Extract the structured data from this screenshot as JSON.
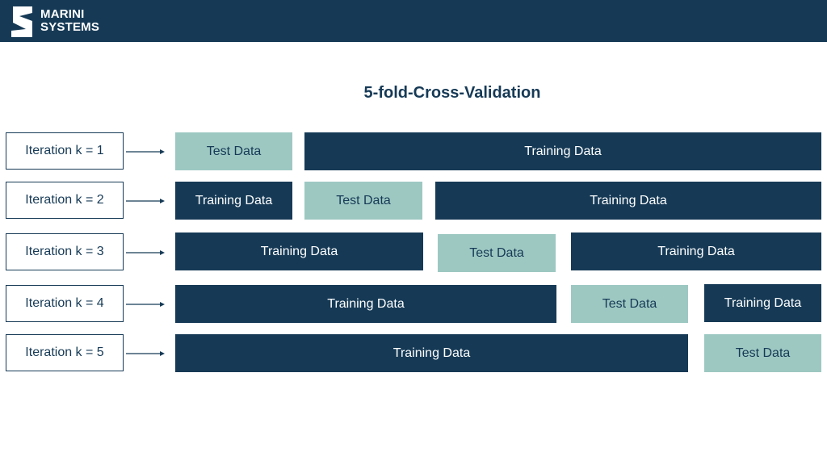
{
  "brand": {
    "line1": "MARINI",
    "line2": "SYSTEMS"
  },
  "title": "5-fold-Cross-Validation",
  "colors": {
    "header": "#163a56",
    "training": "#163a56",
    "test": "#9dc8c2"
  },
  "rows": [
    {
      "label": "Iteration k = 1",
      "blocks": [
        "Test Data",
        "Training Data"
      ]
    },
    {
      "label": "Iteration k = 2",
      "blocks": [
        "Training Data",
        "Test Data",
        "Training Data"
      ]
    },
    {
      "label": "Iteration k = 3",
      "blocks": [
        "Training Data",
        "Test Data",
        "Training Data"
      ]
    },
    {
      "label": "Iteration k = 4",
      "blocks": [
        "Training Data",
        "Test Data",
        "Training Data"
      ]
    },
    {
      "label": "Iteration k = 5",
      "blocks": [
        "Training Data",
        "Test Data"
      ]
    }
  ]
}
